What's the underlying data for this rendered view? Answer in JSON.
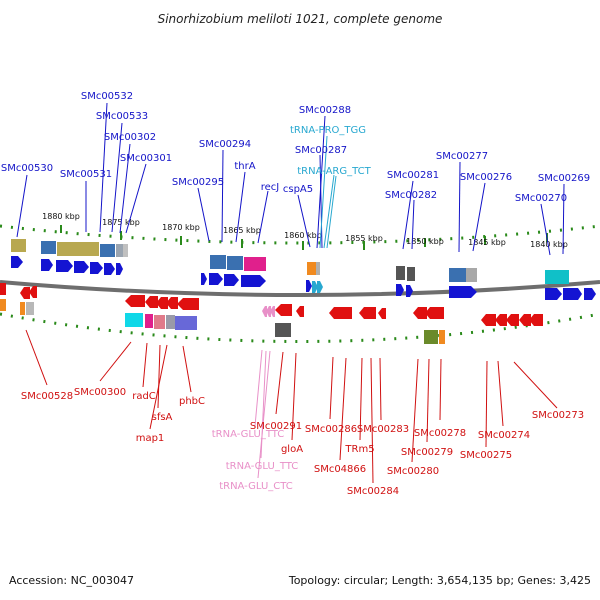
{
  "title": "Sinorhizobium meliloti 1021, complete genome",
  "footer": {
    "accession": "Accession: NC_003047",
    "summary": "Topology: circular; Length: 3,654,135 bp; Genes: 3,425"
  },
  "ticks": [
    "1880 kbp",
    "1875 kbp",
    "1870 kbp",
    "1865 kbp",
    "1860 kbp",
    "1855 kbp",
    "1850 kbp",
    "1845 kbp",
    "1840 kbp"
  ],
  "colors": {
    "forward_gene": "#1414d2",
    "reverse_gene": "#e01010",
    "trna_forward": "#28a8d0",
    "trna_reverse": "#e890c8",
    "backbone": "#6e6e6e",
    "dot_track": "#2a8a1a"
  },
  "labels_top": {
    "SMc00530": "SMc00530",
    "SMc00531": "SMc00531",
    "SMc00532": "SMc00532",
    "SMc00533": "SMc00533",
    "SMc00302": "SMc00302",
    "SMc00301": "SMc00301",
    "SMc00295": "SMc00295",
    "SMc00294": "SMc00294",
    "thrA": "thrA",
    "recJ": "recJ",
    "cspA5": "cspA5",
    "SMc00288": "SMc00288",
    "tRNA-PRO_TGG": "tRNA-PRO_TGG",
    "SMc00287": "SMc00287",
    "tRNA-ARG_TCT": "tRNA-ARG_TCT",
    "SMc00281": "SMc00281",
    "SMc00282": "SMc00282",
    "SMc00277": "SMc00277",
    "SMc00276": "SMc00276",
    "SMc00270": "SMc00270",
    "SMc00269": "SMc00269"
  },
  "labels_bottom": {
    "SMc00528": "SMc00528",
    "SMc00300": "SMc00300",
    "radC": "radC",
    "sfsA": "sfsA",
    "map1": "map1",
    "phbC": "phbC",
    "tRNA-GLU_TTC-1": "tRNA-GLU_TTC",
    "SMc00291": "SMc00291",
    "gloA": "gloA",
    "tRNA-GLU_TTC-2": "tRNA-GLU_TTC",
    "tRNA-GLU_CTC": "tRNA-GLU_CTC",
    "SMc00286": "SMc00286",
    "SMc04866": "SMc04866",
    "TRm5": "TRm5",
    "SMc00283": "SMc00283",
    "SMc00284": "SMc00284",
    "SMc00278": "SMc00278",
    "SMc00280": "SMc00280",
    "SMc00279": "SMc00279",
    "SMc00274": "SMc00274",
    "SMc00275": "SMc00275",
    "SMc00273": "SMc00273"
  }
}
